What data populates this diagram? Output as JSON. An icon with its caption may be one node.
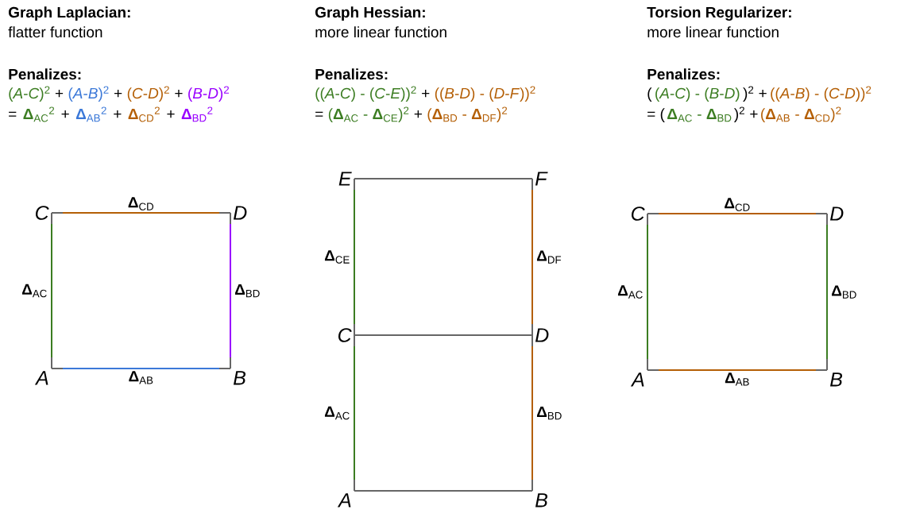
{
  "diagram": {
    "nodes": [
      {
        "text": [
          "*C*"
        ]
      },
      {
        "text": [
          "*D*"
        ]
      },
      {
        "text": [
          "*A*"
        ]
      },
      {
        "text": [
          "*B*"
        ]
      },
      {
        "text": [
          "*E*"
        ]
      },
      {
        "text": [
          "*F*"
        ]
      },
      {
        "text": [
          "*C*"
        ]
      },
      {
        "text": [
          "*D*"
        ]
      },
      {
        "text": [
          "*A*"
        ]
      },
      {
        "text": [
          "*B*"
        ]
      },
      {
        "text": [
          "*C*"
        ]
      },
      {
        "text": [
          "*D*"
        ]
      },
      {
        "text": [
          "*A*"
        ]
      },
      {
        "text": [
          "*B*"
        ]
      }
    ],
    "edges": [
      {
        "from": 0,
        "to": 1,
        "arrow": "none",
        "label": "**Δ**$_{CD}$",
        "color": "#b45f06"
      },
      {
        "from": 2,
        "to": 0,
        "arrow": "none",
        "label": "**Δ**$_{AC}$",
        "color": "#3c7d22"
      },
      {
        "from": 3,
        "to": 1,
        "arrow": "none",
        "label": "**Δ**$_{BD}$",
        "color": "#9900ff"
      },
      {
        "from": 2,
        "to": 3,
        "arrow": "none",
        "label": "**Δ**$_{AB}$",
        "color": "#3b78d8"
      },
      {
        "from": 4,
        "to": 5,
        "arrow": "none",
        "color": "#666666"
      },
      {
        "from": 6,
        "to": 4,
        "arrow": "none",
        "label": "**Δ**$_{CE}$",
        "color": "#3c7d22"
      },
      {
        "from": 7,
        "to": 5,
        "arrow": "none",
        "label": "**Δ**$_{DF}$",
        "color": "#b45f06"
      },
      {
        "from": 6,
        "to": 7,
        "arrow": "none",
        "color": "#666666"
      },
      {
        "from": 8,
        "to": 6,
        "arrow": "none",
        "label": "**Δ**$_{AC}$",
        "color": "#3c7d22"
      },
      {
        "from": 9,
        "to": 7,
        "arrow": "none",
        "label": "**Δ**$_{BD}$",
        "color": "#b45f06"
      },
      {
        "from": 8,
        "to": 9,
        "arrow": "none",
        "color": "#666666"
      },
      {
        "from": 10,
        "to": 11,
        "arrow": "none",
        "label": "**Δ**$_{CD}$",
        "color": "#b45f06"
      },
      {
        "from": 12,
        "to": 10,
        "arrow": "none",
        "label": "**Δ**$_{AC}$",
        "color": "#3c7d22"
      },
      {
        "from": 13,
        "to": 11,
        "arrow": "none",
        "label": "**Δ**$_{BD}$",
        "color": "#3c7d22"
      },
      {
        "from": 12,
        "to": 13,
        "arrow": "none",
        "label": "**Δ**$_{AB}$",
        "color": "#b45f06"
      }
    ],
    "labels": [
      "Graph Laplacian:",
      "flatter function",
      "Penalizes:",
      "(*A*-*C*)$^{2}$",
      "+",
      "(*A*-*B*)$^{2}$",
      "+",
      "(*C*-*D*)$^{2}$",
      "+",
      "(*B*-*D*)$^{2}$",
      "=",
      "**Δ**$_{AC}$$^{2}$",
      "+",
      "**Δ**$_{AB}$$^{2}$",
      "+",
      "**Δ**$_{CD}$$^{2}$",
      "+",
      "**Δ**$_{BD}$$^{2}$",
      "Graph Hessian:",
      "more linear function",
      "Penalizes:",
      "((*A*-*C*) - (*C*-*E*))$^{2}$",
      "+",
      "((*B*-*D*) - (*D*-*F*))$^{2}$",
      "=",
      "(**Δ**$_{AC}$ - **Δ**$_{CE}$)$^{2}$",
      "+",
      "(**Δ**$_{BD}$ - **Δ**$_{DF}$)$^{2}$",
      "Torsion Regularizer:",
      "more linear function",
      "Penalizes:",
      "(",
      "(*A*-*C*) - (*B*-*D*)",
      ")$^{2}$ +",
      "((*A*-*B*) - (*C*-*D*))$^{2}$",
      "= (",
      "**Δ**$_{AC}$ - **Δ**$_{BD}$",
      ")$^{2}$ +",
      "(**Δ**$_{AB}$ - **Δ**$_{CD}$)$^{2}$"
    ]
  }
}
